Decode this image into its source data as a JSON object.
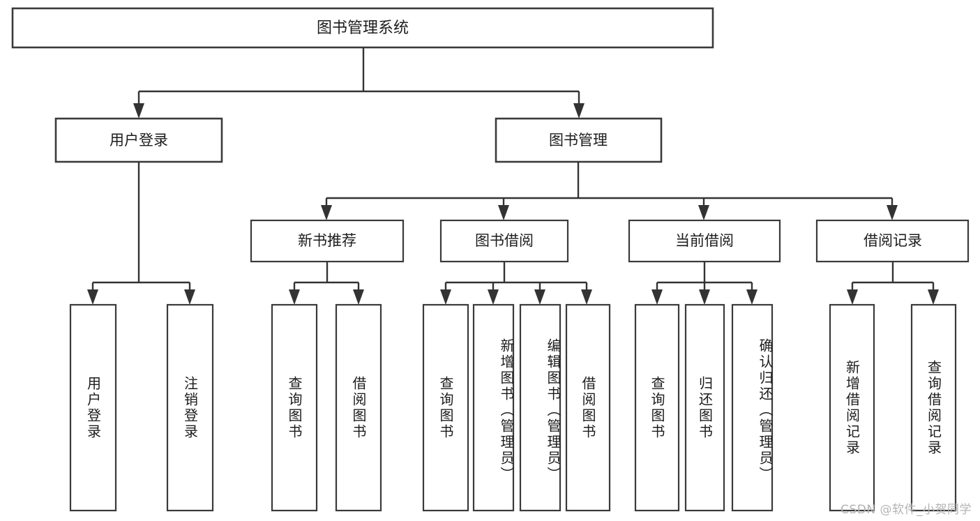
{
  "diagram": {
    "title": "图书管理系统",
    "type": "tree-hierarchy-chart",
    "watermark": "CSDN @软件_小贺同学",
    "colors": {
      "box_stroke": "#3a3a3a",
      "connector": "#333333",
      "text": "#1c1c1c",
      "background": "#ffffff",
      "watermark": "#b3b3b3"
    }
  },
  "nodes": {
    "root": {
      "label": "图书管理系统"
    },
    "level2": [
      {
        "id": "user-login",
        "label": "用户登录"
      },
      {
        "id": "book-manage",
        "label": "图书管理"
      }
    ],
    "level3": [
      {
        "id": "new-book-recommend",
        "label": "新书推荐"
      },
      {
        "id": "book-borrow",
        "label": "图书借阅"
      },
      {
        "id": "current-borrow",
        "label": "当前借阅"
      },
      {
        "id": "borrow-record",
        "label": "借阅记录"
      }
    ],
    "leaves": [
      {
        "id": "leaf-user-login",
        "label": "用户登录",
        "parent": "user-login"
      },
      {
        "id": "leaf-user-logout",
        "label": "注销登录",
        "parent": "user-login"
      },
      {
        "id": "leaf-query-book-1",
        "label": "查询图书",
        "parent": "new-book-recommend"
      },
      {
        "id": "leaf-borrow-book-1",
        "label": "借阅图书",
        "parent": "new-book-recommend"
      },
      {
        "id": "leaf-query-book-2",
        "label": "查询图书",
        "parent": "book-borrow"
      },
      {
        "id": "leaf-add-book",
        "label": "新增图书（管理员）",
        "parent": "book-borrow"
      },
      {
        "id": "leaf-edit-book",
        "label": "编辑图书（管理员）",
        "parent": "book-borrow"
      },
      {
        "id": "leaf-borrow-book-2",
        "label": "借阅图书",
        "parent": "book-borrow"
      },
      {
        "id": "leaf-query-book-3",
        "label": "查询图书",
        "parent": "current-borrow"
      },
      {
        "id": "leaf-return-book",
        "label": "归还图书",
        "parent": "current-borrow"
      },
      {
        "id": "leaf-confirm-return",
        "label": "确认归还（管理员）",
        "parent": "current-borrow"
      },
      {
        "id": "leaf-add-record",
        "label": "新增借阅记录",
        "parent": "borrow-record"
      },
      {
        "id": "leaf-query-record",
        "label": "查询借阅记录",
        "parent": "borrow-record"
      }
    ]
  },
  "chart_data": {
    "type": "tree",
    "title": "图书管理系统",
    "root": {
      "label": "图书管理系统",
      "children": [
        {
          "label": "用户登录",
          "children": [
            {
              "label": "用户登录"
            },
            {
              "label": "注销登录"
            }
          ]
        },
        {
          "label": "图书管理",
          "children": [
            {
              "label": "新书推荐",
              "children": [
                {
                  "label": "查询图书"
                },
                {
                  "label": "借阅图书"
                }
              ]
            },
            {
              "label": "图书借阅",
              "children": [
                {
                  "label": "查询图书"
                },
                {
                  "label": "新增图书（管理员）"
                },
                {
                  "label": "编辑图书（管理员）"
                },
                {
                  "label": "借阅图书"
                }
              ]
            },
            {
              "label": "当前借阅",
              "children": [
                {
                  "label": "查询图书"
                },
                {
                  "label": "归还图书"
                },
                {
                  "label": "确认归还（管理员）"
                }
              ]
            },
            {
              "label": "借阅记录",
              "children": [
                {
                  "label": "新增借阅记录"
                },
                {
                  "label": "查询借阅记录"
                }
              ]
            }
          ]
        }
      ]
    },
    "depth": 4,
    "node_count": 20,
    "orientation": "top-down",
    "leaf_text_direction": "vertical"
  }
}
